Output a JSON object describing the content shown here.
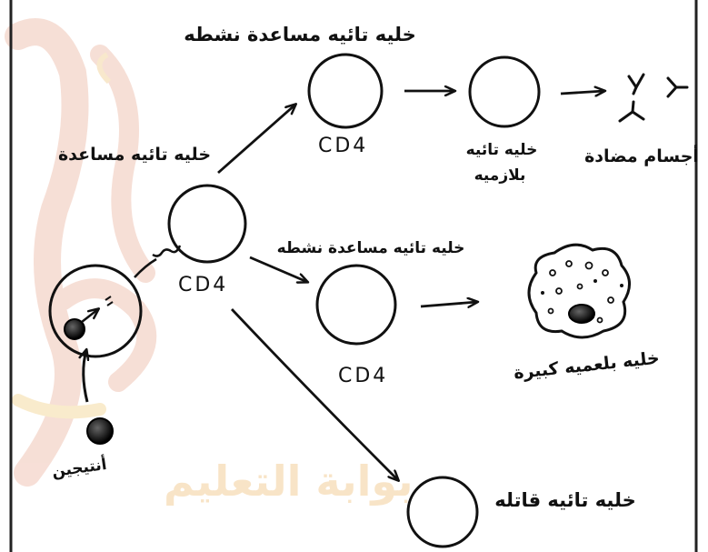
{
  "labels": {
    "activated_helper_top": "خليه تائيه مساعدة نشطه",
    "helper_t_cell": "خليه تائيه مساعدة",
    "cd4_center": "CD4",
    "cd4_top": "CD4",
    "memory_t_cell_line1": "خليه تائيه",
    "memory_t_cell_line2": "بلازميه",
    "antibodies": "أجسام مضادة",
    "activated_helper_mid": "خليه تائيه مساعدة نشطه",
    "cd4_mid": "CD4",
    "large_phagocyte": "خليه بلعميه كبيرة",
    "antigen": "أنتيجين",
    "killer_t_cell": "خليه تائيه قاتله"
  },
  "watermark": {
    "text": "بوابة التعليم",
    "color": "#e8a48c"
  },
  "colors": {
    "ink": "#111111",
    "frame": "#222222"
  }
}
